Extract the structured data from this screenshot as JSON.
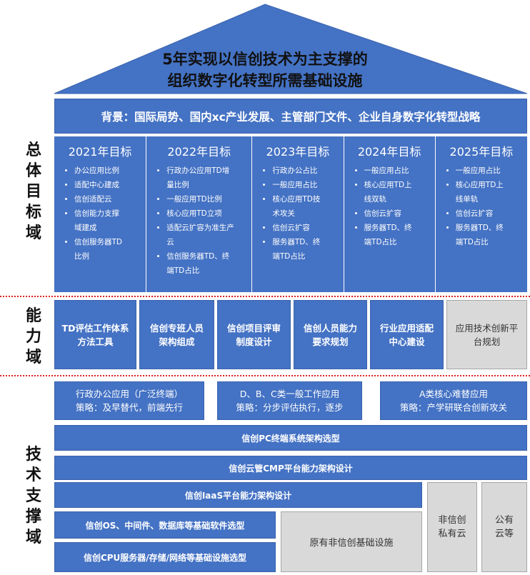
{
  "roof": {
    "title_line1": "5年实现以信创技术为主支撑的",
    "title_line2": "组织数字化转型所需基础设施"
  },
  "background_bar": "背景：国际局势、国内xc产业发展、主管部门文件、企业自身数字化转型战略",
  "domains": {
    "goal": "总体目标域",
    "capability": "能力域",
    "tech": "技术支撑域"
  },
  "goals": [
    {
      "year": "2021年目标",
      "items": [
        "办公应用比例",
        "适配中心建成",
        "信创适配云",
        "信创能力支撑域建成",
        "信创服务器TD比例"
      ]
    },
    {
      "year": "2022年目标",
      "items": [
        "行政办公应用TD增量比例",
        "一般应用TD比例",
        "核心应用TD立项",
        "适配云扩容为准生产云",
        "信创服务器TD、终端TD占比"
      ]
    },
    {
      "year": "2023年目标",
      "items": [
        "行政办公占比",
        "一般应用占比",
        "核心应用TD技术攻关",
        "信创云扩容",
        "服务器TD、终端TD占比"
      ]
    },
    {
      "year": "2024年目标",
      "items": [
        "一般应用占比",
        "核心应用TD上线双轨",
        "信创云扩容",
        "服务器TD、终端TD占比"
      ]
    },
    {
      "year": "2025年目标",
      "items": [
        "一般应用占比",
        "核心应用TD上线单轨",
        "信创云扩容",
        "服务器TD、终端TD占比"
      ]
    }
  ],
  "capabilities": [
    "TD评估工作体系方法工具",
    "信创专班人员架构组成",
    "信创项目评审制度设计",
    "信创人员能力要求规划",
    "行业应用适配中心建设",
    "应用技术创新平台规划"
  ],
  "strategies": [
    {
      "title": "行政办公应用（广泛终端）",
      "strategy": "策略：及早替代，前端先行"
    },
    {
      "title": "D、B、C类一般工作应用",
      "strategy": "策略：分步评估执行，逐步"
    },
    {
      "title": "A类核心难替应用",
      "strategy": "策略：产学研联合创新攻关"
    }
  ],
  "tech_bars": {
    "pc": "信创PC终端系统架构选型",
    "cmp": "信创云管CMP平台能力架构设计",
    "iaas": "信创IaaS平台能力架构设计",
    "software": "信创OS、中间件、数据库等基础软件选型",
    "hardware": "信创CPU服务器/存储/网络等基础设施选型",
    "legacy": "原有非信创基础设施",
    "private_cloud": "非信创私有云",
    "public_cloud": "公有云等"
  },
  "colors": {
    "primary_blue": "#4472c4",
    "gray_box": "#d9d9d9",
    "divider_red": "#e02020"
  }
}
